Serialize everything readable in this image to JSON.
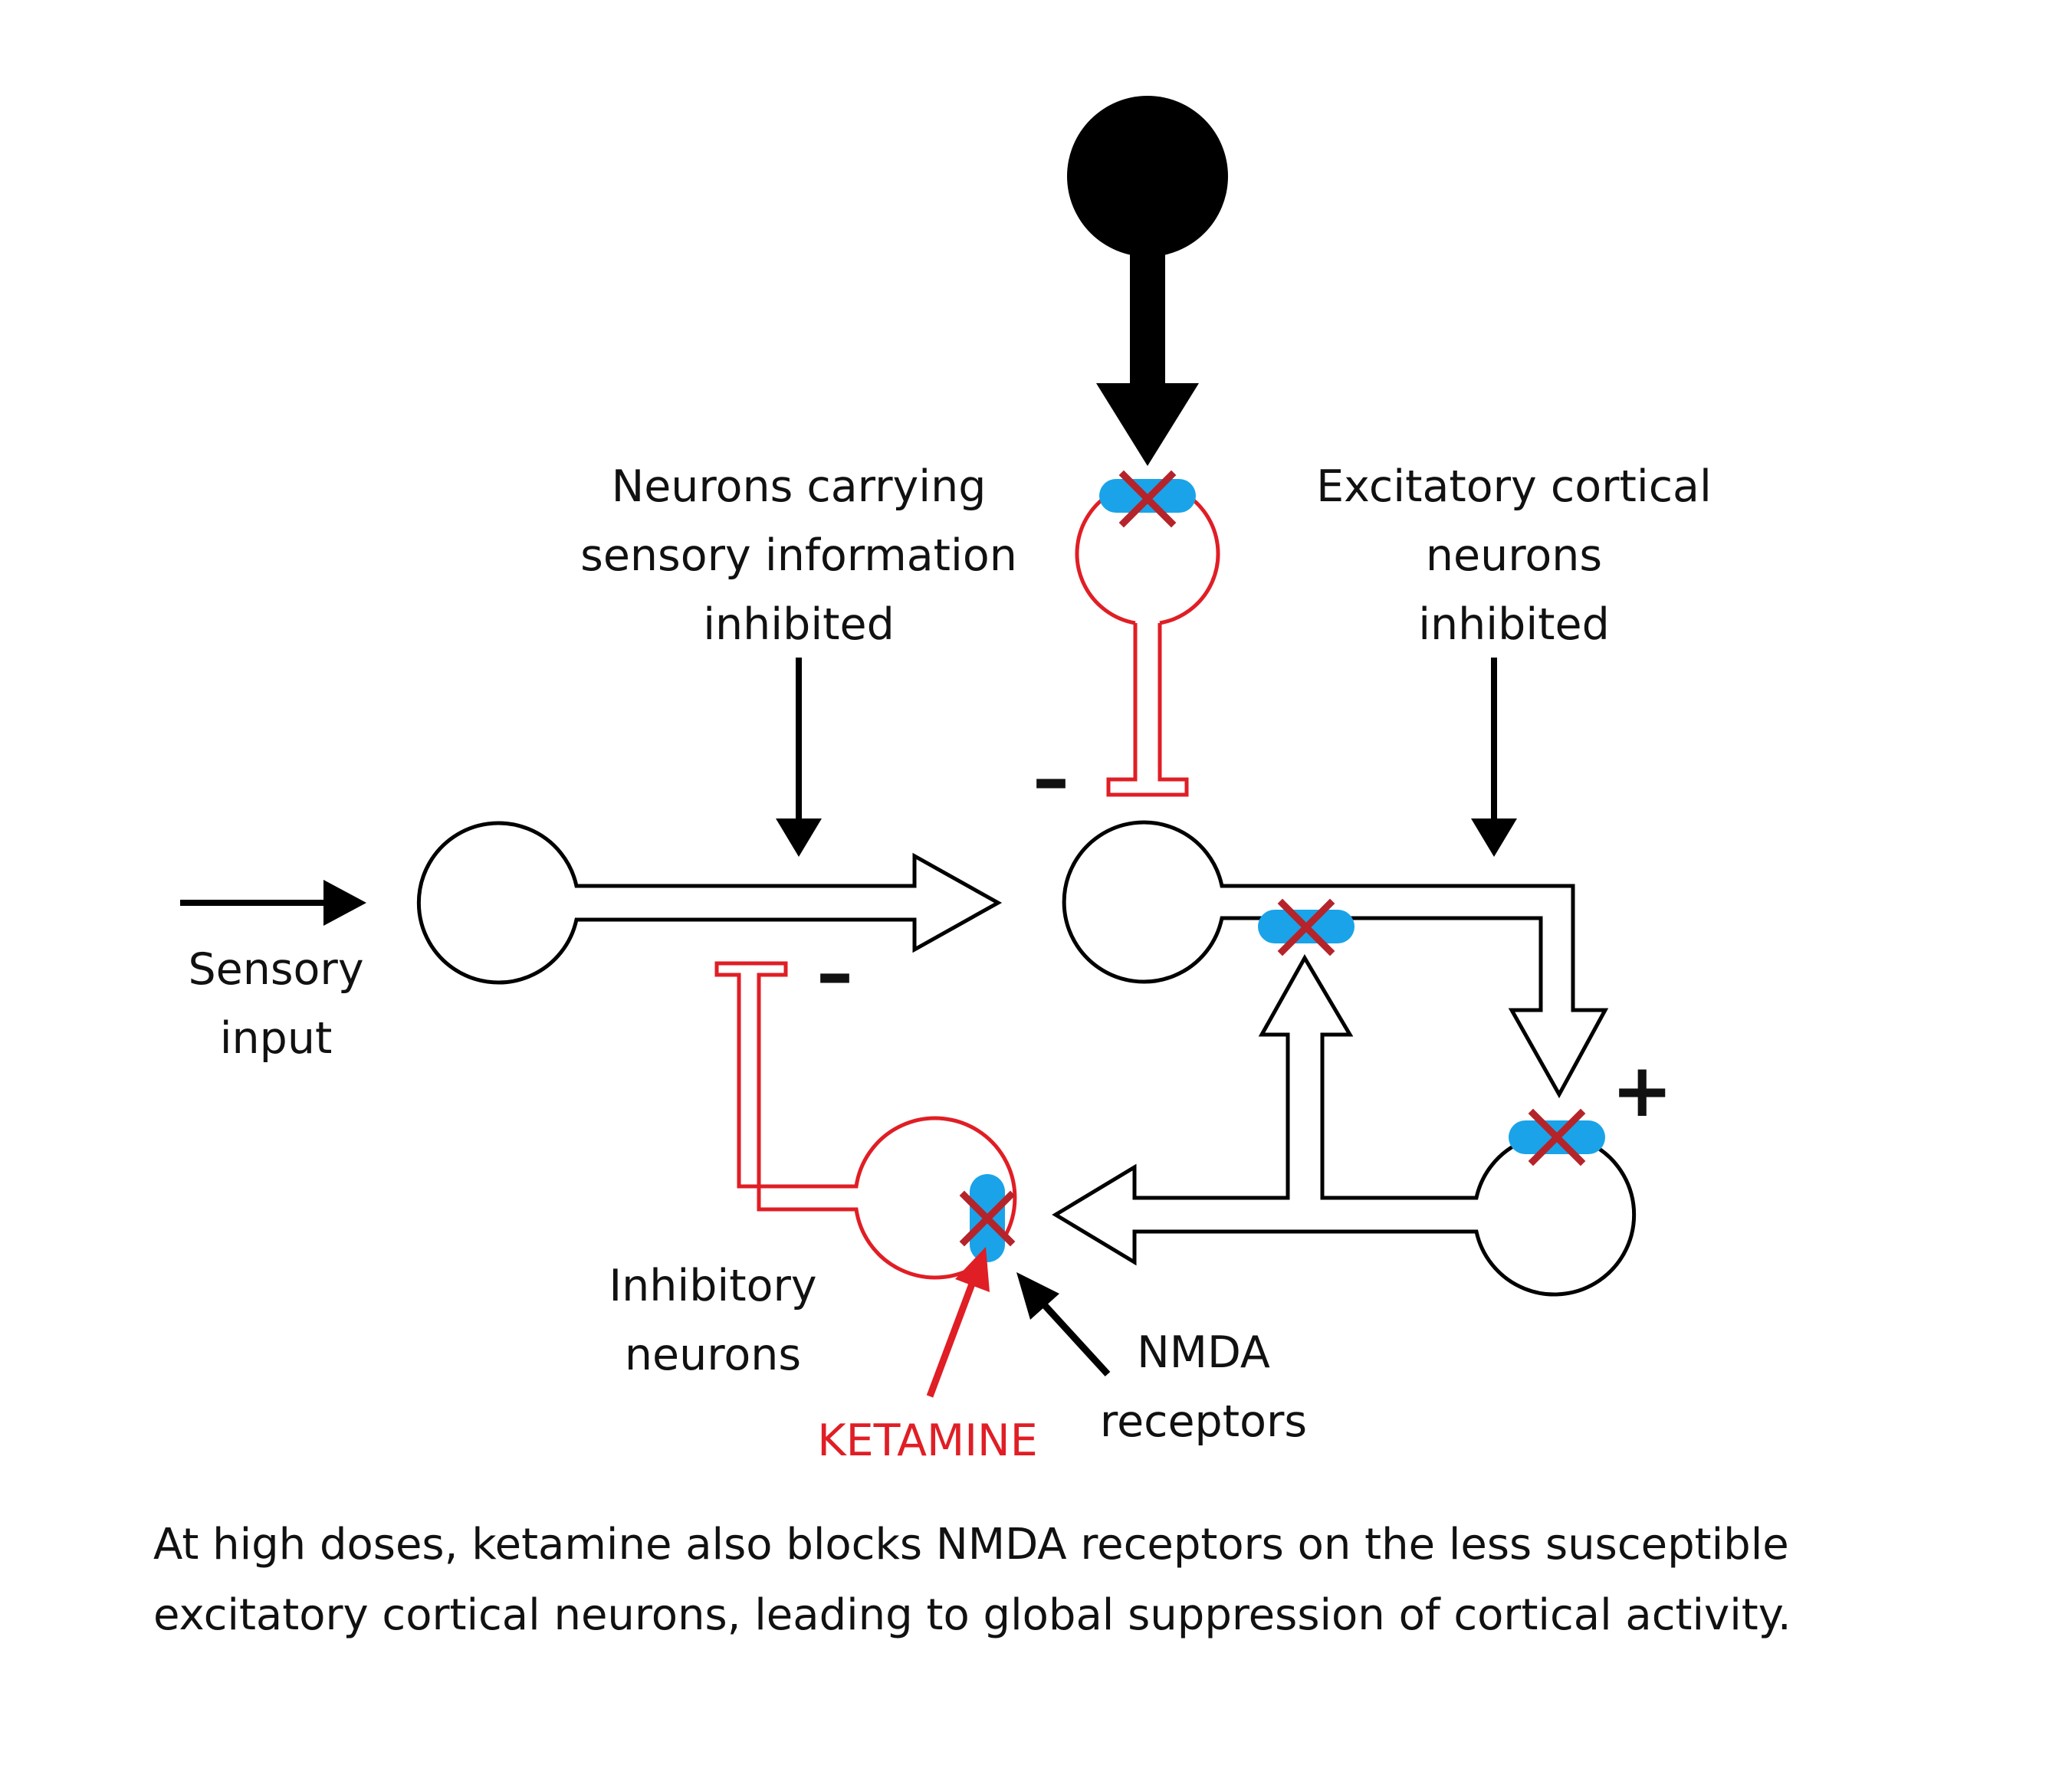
{
  "labels": {
    "sensory_info": [
      "Neurons carrying",
      "sensory information",
      "inhibited"
    ],
    "excitatory": [
      "Excitatory cortical",
      "neurons",
      "inhibited"
    ],
    "sensory_input": [
      "Sensory",
      "input"
    ],
    "inhibitory": [
      "Inhibitory",
      "neurons"
    ],
    "nmda": [
      "NMDA",
      "receptors"
    ],
    "ketamine": "KETAMINE"
  },
  "signs": {
    "minus": "–",
    "plus": "+"
  },
  "caption": [
    "At high doses, ketamine also blocks NMDA receptors on the less susceptible",
    "excitatory cortical neurons, leading to global suppression of cortical activity."
  ],
  "colors": {
    "excitatory": "#000000",
    "inhibitory": "#e01e25",
    "receptor": "#1aa3e8",
    "block_mark": "#b5242a",
    "ketamine": "#e01e25"
  }
}
